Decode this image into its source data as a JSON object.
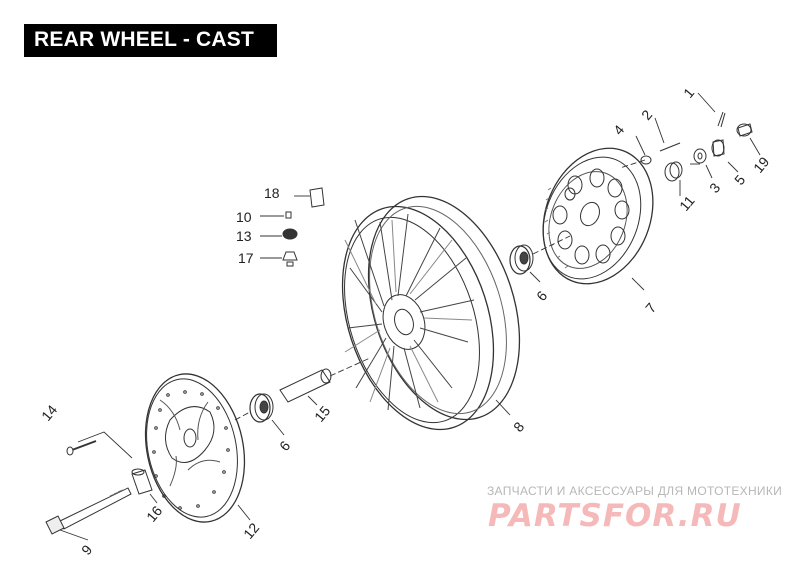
{
  "title": "REAR WHEEL - CAST",
  "callouts": [
    "1",
    "2",
    "3",
    "4",
    "5",
    "6",
    "6",
    "7",
    "8",
    "9",
    "10",
    "11",
    "12",
    "13",
    "14",
    "15",
    "16",
    "17",
    "18",
    "19"
  ],
  "watermark": {
    "tagline": "ЗАПЧАСТИ И АКСЕССУАРЫ ДЛЯ МОТОТЕХНИКИ",
    "logo": "PARTSFOR.RU",
    "logo_color": "#f6b9b9"
  }
}
